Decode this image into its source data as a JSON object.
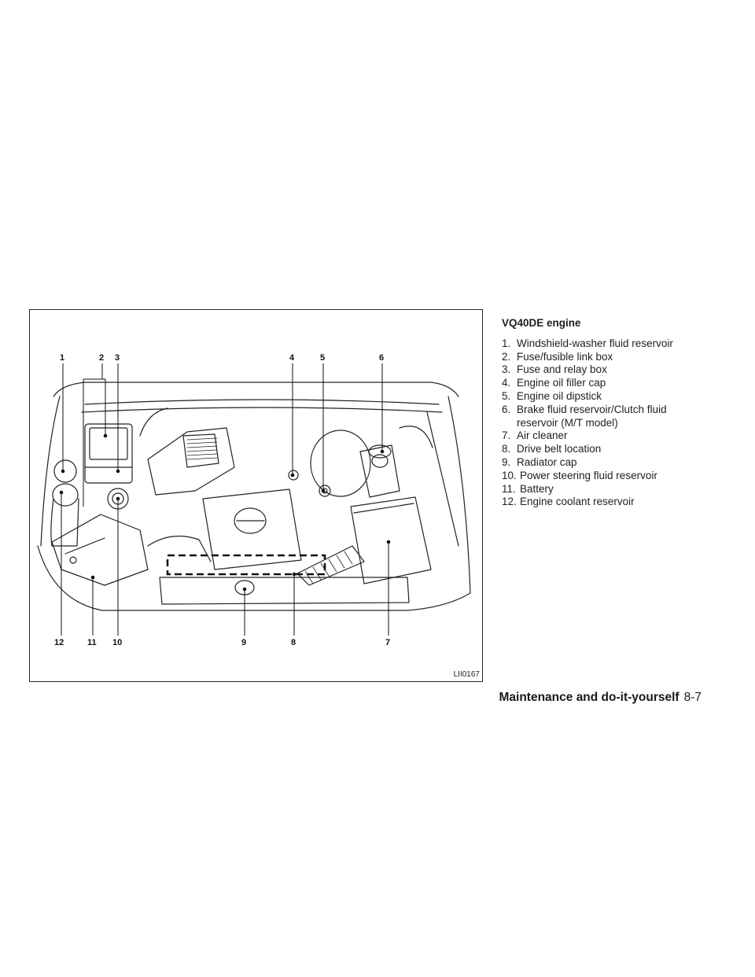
{
  "figure": {
    "callouts": [
      {
        "n": "1",
        "pos": "top"
      },
      {
        "n": "2",
        "pos": "top"
      },
      {
        "n": "3",
        "pos": "top"
      },
      {
        "n": "4",
        "pos": "top"
      },
      {
        "n": "5",
        "pos": "top"
      },
      {
        "n": "6",
        "pos": "top"
      },
      {
        "n": "12",
        "pos": "bottom"
      },
      {
        "n": "11",
        "pos": "bottom"
      },
      {
        "n": "10",
        "pos": "bottom"
      },
      {
        "n": "9",
        "pos": "bottom"
      },
      {
        "n": "8",
        "pos": "bottom"
      },
      {
        "n": "7",
        "pos": "bottom"
      }
    ],
    "code": "LII0167"
  },
  "legend": {
    "title": "VQ40DE engine",
    "items": [
      {
        "num": "1.",
        "text": "Windshield-washer fluid reservoir"
      },
      {
        "num": "2.",
        "text": "Fuse/fusible link box"
      },
      {
        "num": "3.",
        "text": "Fuse and relay box"
      },
      {
        "num": "4.",
        "text": "Engine oil filler cap"
      },
      {
        "num": "5.",
        "text": "Engine oil dipstick"
      },
      {
        "num": "6.",
        "text": "Brake fluid reservoir/Clutch fluid reservoir (M/T model)"
      },
      {
        "num": "7.",
        "text": "Air cleaner"
      },
      {
        "num": "8.",
        "text": "Drive belt location"
      },
      {
        "num": "9.",
        "text": "Radiator cap"
      },
      {
        "num": "10.",
        "text": "Power steering fluid reservoir"
      },
      {
        "num": "11.",
        "text": "Battery"
      },
      {
        "num": "12.",
        "text": "Engine coolant reservoir"
      }
    ]
  },
  "footer": {
    "section": "Maintenance and do-it-yourself",
    "page": "8-7"
  }
}
